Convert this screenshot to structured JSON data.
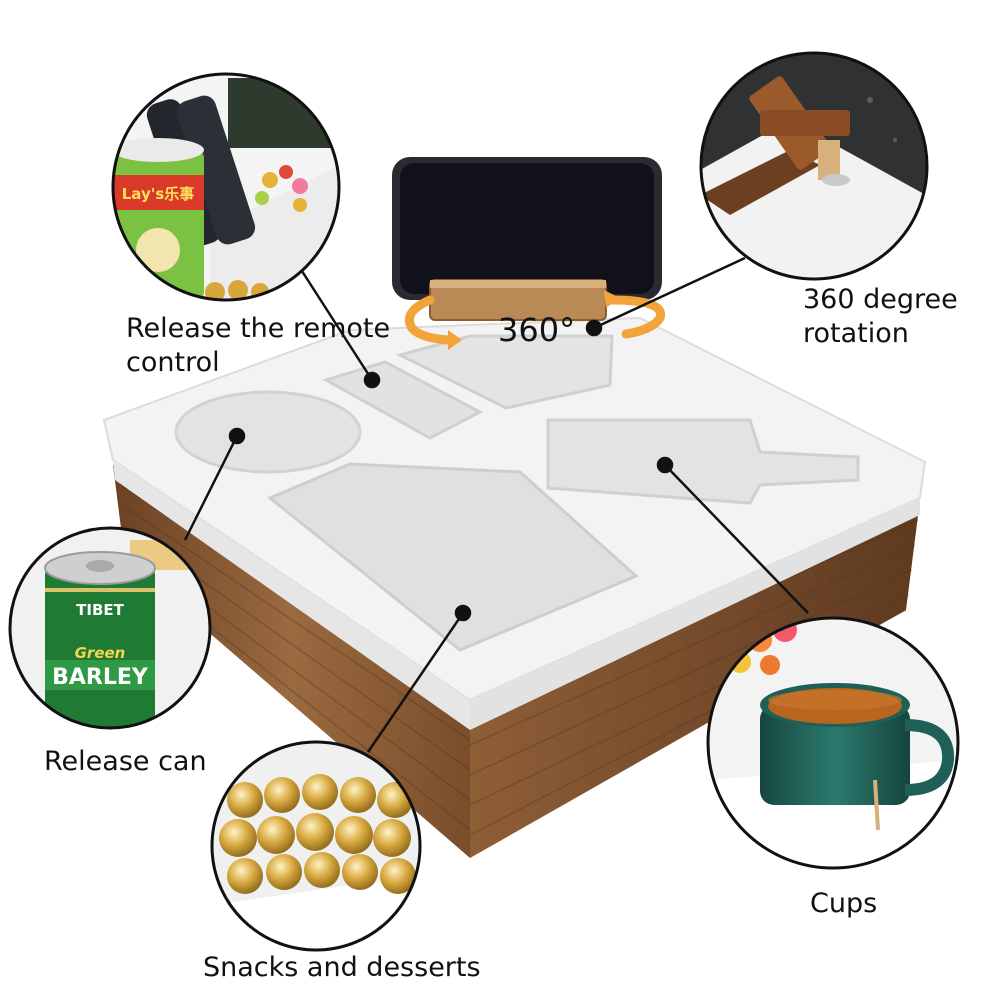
{
  "callouts": {
    "remote": "Release the remote\n control",
    "rotation": "360 degree\n rotation",
    "can": "Release can",
    "cups": "Cups",
    "snacks": "Snacks and desserts"
  },
  "rotation_badge": "360°",
  "inset_text": {
    "chips_brand": "Lay's乐事",
    "can_line1": "TIBET",
    "can_line2": "Green",
    "can_line3": "BARLEY"
  },
  "colors": {
    "tray_white": "#f1f1f1",
    "wood": "#8a5a34",
    "arrow_orange": "#f2a43a",
    "cup_teal": "#1e5f57",
    "tea": "#b8651f",
    "can_green": "#1f7a33",
    "chips_green": "#7cc242"
  }
}
